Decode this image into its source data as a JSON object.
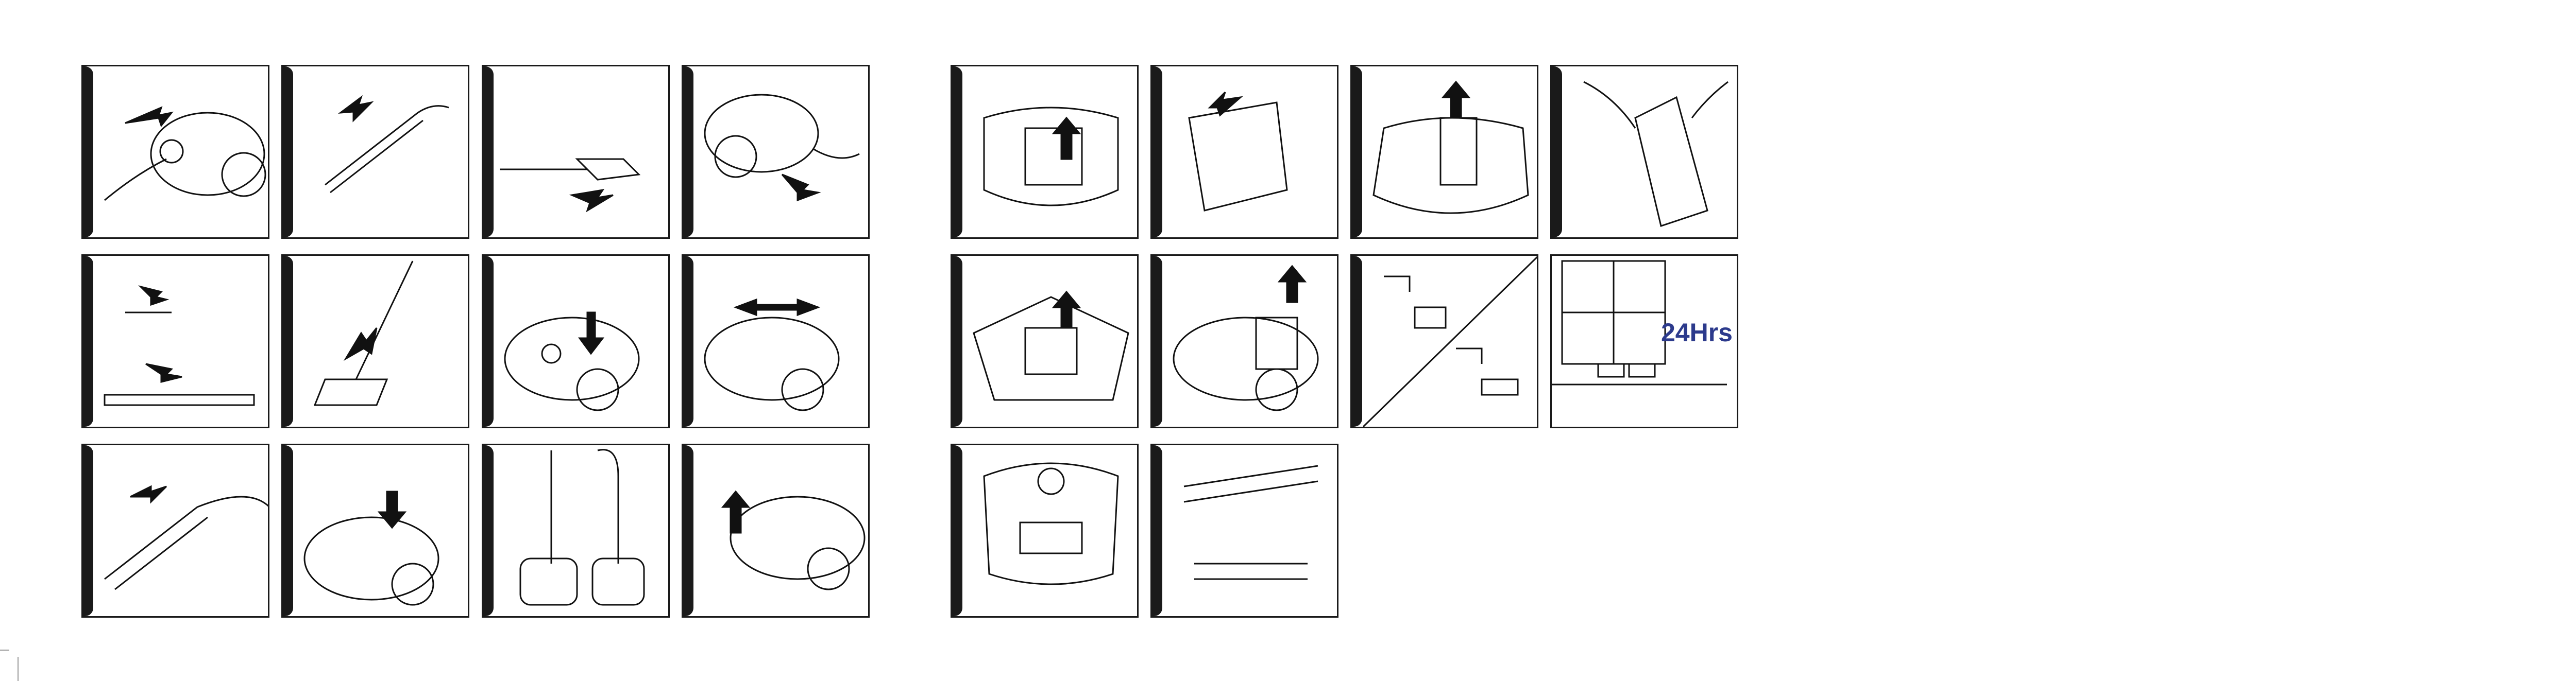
{
  "figure": {
    "left_group": {
      "panels": [
        {
          "id": "l1",
          "icon": "vacuum-cord-rewind-icon"
        },
        {
          "id": "l2",
          "icon": "hose-handle-icon"
        },
        {
          "id": "l3",
          "icon": "floor-nozzle-push-icon"
        },
        {
          "id": "l4",
          "icon": "cord-pull-out-icon"
        },
        {
          "id": "l5",
          "icon": "tube-connect-icon"
        },
        {
          "id": "l6",
          "icon": "nozzle-pedal-icon"
        },
        {
          "id": "l7",
          "icon": "power-button-press-icon"
        },
        {
          "id": "l8",
          "icon": "suction-slider-icon"
        },
        {
          "id": "l9",
          "icon": "hose-insert-icon"
        },
        {
          "id": "l10",
          "icon": "cord-rewind-pedal-icon"
        },
        {
          "id": "l11",
          "icon": "upright-storage-icon"
        },
        {
          "id": "l12",
          "icon": "lid-release-icon"
        }
      ]
    },
    "right_group": {
      "panels": [
        {
          "id": "r1",
          "icon": "dust-bag-remove-icon"
        },
        {
          "id": "r2",
          "icon": "bag-holder-remove-icon"
        },
        {
          "id": "r3",
          "icon": "motor-filter-remove-icon"
        },
        {
          "id": "r4",
          "icon": "filter-clean-icon"
        },
        {
          "id": "r5",
          "icon": "exhaust-filter-lift-icon"
        },
        {
          "id": "r6",
          "icon": "filter-cover-open-icon"
        },
        {
          "id": "r7",
          "icon": "filter-rinse-icon"
        },
        {
          "id": "r8",
          "icon": "filter-dry-icon",
          "label": "24Hrs"
        },
        {
          "id": "r9",
          "icon": "rear-filter-remove-icon"
        },
        {
          "id": "r10",
          "icon": "crevice-tool-icon"
        }
      ]
    }
  }
}
